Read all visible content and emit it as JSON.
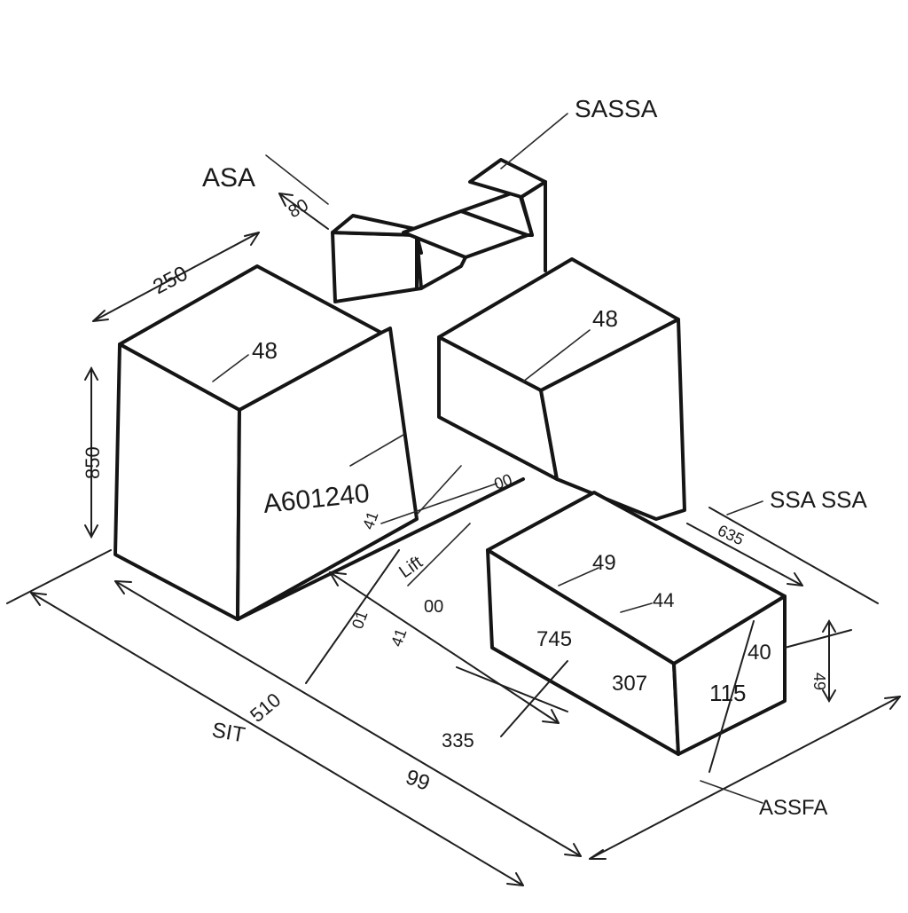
{
  "callouts": {
    "top_right": "SASSA",
    "top_left": "ASA",
    "right": "SSA SSA",
    "bottom_right": "ASSFA"
  },
  "block_left": {
    "top_label": "48",
    "front_label": "A601240",
    "width_dim": "250",
    "height_dim": "850",
    "small_dim": "80"
  },
  "block_right_top": {
    "top_label": "48"
  },
  "block_front": {
    "top_label_1": "49",
    "top_label_2": "44",
    "front_label_1": "745",
    "front_label_2": "307",
    "side_label_1": "40",
    "side_label_2": "115",
    "depth_dim": "635",
    "height_dim": "49"
  },
  "middle_notes": {
    "n1": "41",
    "n2": "Lift",
    "n3": "00",
    "n4": "00",
    "n5": "01",
    "n6": "41"
  },
  "base_dims": {
    "d1": "SIT",
    "d2": "510",
    "d3": "99",
    "d4": "335"
  }
}
